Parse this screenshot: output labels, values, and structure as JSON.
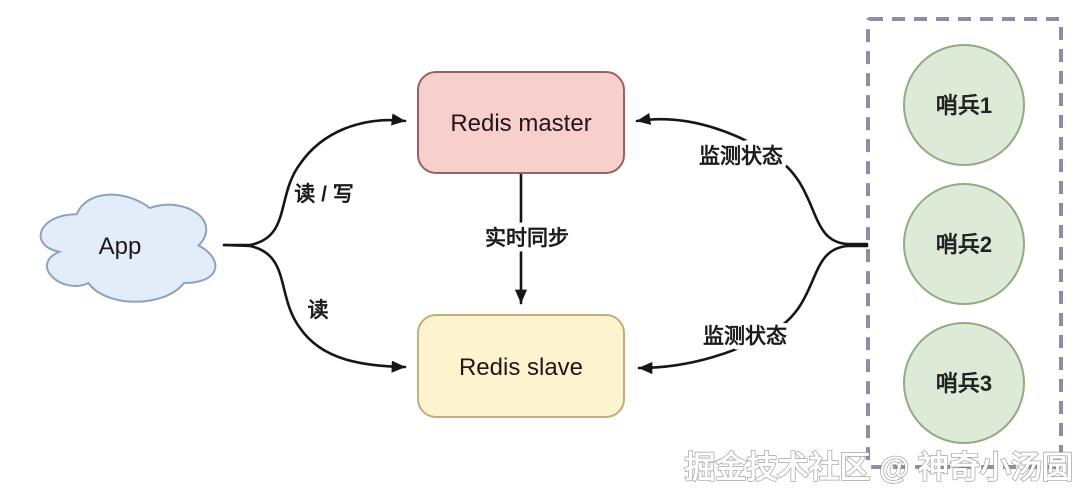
{
  "diagram": {
    "nodes": {
      "app": {
        "label": "App",
        "fill": "#e3ecf9",
        "stroke": "#8da2bd"
      },
      "master": {
        "label": "Redis master",
        "fill": "#f7cfcc",
        "stroke": "#9a625e"
      },
      "slave": {
        "label": "Redis slave",
        "fill": "#fdf3ce",
        "stroke": "#c2ae78"
      }
    },
    "sentinels": [
      {
        "label": "哨兵1"
      },
      {
        "label": "哨兵2"
      },
      {
        "label": "哨兵3"
      }
    ],
    "sentinel_style": {
      "fill": "#dcead7",
      "stroke": "#93aa83"
    },
    "sentinel_group": {
      "stroke": "#8e8cab"
    },
    "edges": [
      {
        "label": "读 / 写",
        "from": "App",
        "to": "Redis master"
      },
      {
        "label": "读",
        "from": "App",
        "to": "Redis slave"
      },
      {
        "label": "实时同步",
        "from": "Redis master",
        "to": "Redis slave"
      },
      {
        "label": "监测状态",
        "from": "哨兵",
        "to": "Redis master"
      },
      {
        "label": "监测状态",
        "from": "哨兵",
        "to": "Redis slave"
      }
    ],
    "edge_color": "#161616",
    "watermark": "掘金技术社区 @ 神奇小汤圆"
  }
}
